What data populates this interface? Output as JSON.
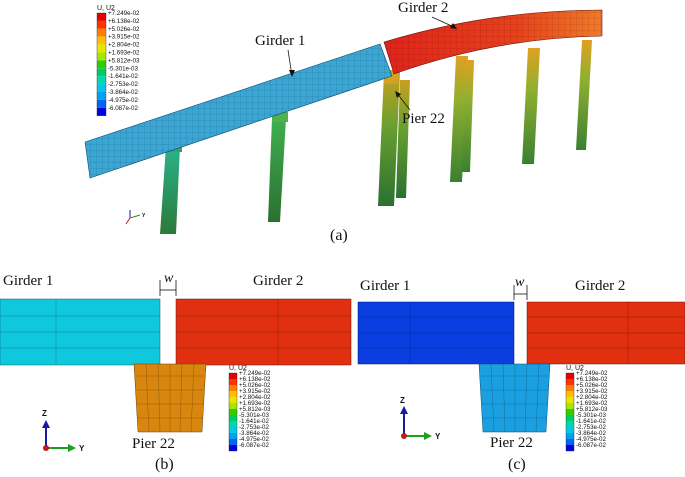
{
  "legend": {
    "title": "U, U2",
    "values": [
      "+7.249e-02",
      "+6.138e-02",
      "+5.026e-02",
      "+3.915e-02",
      "+2.804e-02",
      "+1.693e-02",
      "+5.812e-03",
      "-5.301e-03",
      "-1.641e-02",
      "-2.753e-02",
      "-3.864e-02",
      "-4.975e-02",
      "-6.087e-02"
    ],
    "colors": [
      "#e60000",
      "#ff3300",
      "#ff7f00",
      "#ffbf00",
      "#e6e600",
      "#a6e600",
      "#33cc00",
      "#00cc66",
      "#00d9b0",
      "#00c8e6",
      "#00a0f0",
      "#0066f0",
      "#0000e0"
    ]
  },
  "panel_a": {
    "label_girder1": "Girder 1",
    "label_girder2": "Girder 2",
    "label_pier": "Pier 22",
    "caption": "(a)",
    "girder1_color": "#3aa6d4",
    "girder2_color": "#e2231a",
    "axis_y": "Y"
  },
  "panel_b": {
    "label_girder1": "Girder 1",
    "label_girder2": "Girder 2",
    "label_gap": "w",
    "label_pier": "Pier 22",
    "caption": "(b)",
    "girder1_color": "#10c8de",
    "girder2_color": "#e03010",
    "pier_color": "#d8860e",
    "axis_z": "Z",
    "axis_y": "Y"
  },
  "panel_c": {
    "label_girder1": "Girder 1",
    "label_girder2": "Girder 2",
    "label_gap": "w",
    "label_pier": "Pier 22",
    "caption": "(c)",
    "girder1_color": "#0a3ee0",
    "girder2_color": "#e03010",
    "pier_color": "#1aa0e0",
    "axis_z": "Z",
    "axis_y": "Y"
  }
}
